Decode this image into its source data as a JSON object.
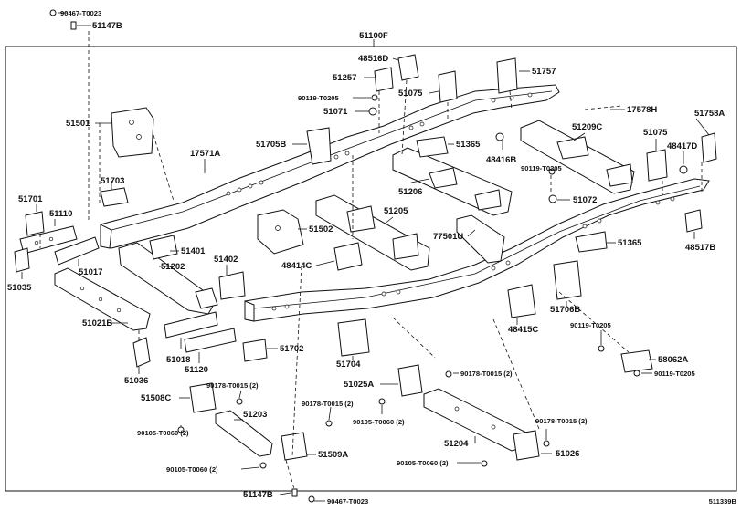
{
  "diagram": {
    "frame_label": "51100F",
    "diagram_id": "511339B",
    "parts": {
      "p90467_top": "90467-T0023",
      "p51147B_top": "51147B",
      "p48516D": "48516D",
      "p51257": "51257",
      "p90119_a": "90119-T0205",
      "p51071": "51071",
      "p51075_a": "51075",
      "p51757": "51757",
      "p17578H": "17578H",
      "p51758A": "51758A",
      "p51501": "51501",
      "p51705B": "51705B",
      "p51365_a": "51365",
      "p48416B": "48416B",
      "p51209C": "51209C",
      "p51075_b": "51075",
      "p48417D": "48417D",
      "p17571A": "17571A",
      "p90119_b": "90119-T0205",
      "p51703": "51703",
      "p51206": "51206",
      "p51072": "51072",
      "p51701": "51701",
      "p51110": "51110",
      "p51205": "51205",
      "p51502": "51502",
      "p77501U": "77501U",
      "p51365_b": "51365",
      "p48517B": "48517B",
      "p51401": "51401",
      "p51017": "51017",
      "p51202": "51202",
      "p51402": "51402",
      "p48414C": "48414C",
      "p51035": "51035",
      "p51706B": "51706B",
      "p48415C": "48415C",
      "p51021B": "51021B",
      "p90119_c": "90119-T0205",
      "p51018": "51018",
      "p51702": "51702",
      "p51704": "51704",
      "p58062A": "58062A",
      "p51120": "51120",
      "p90119_d": "90119-T0205",
      "p51036": "51036",
      "p90178_a": "90178-T0015 (2)",
      "p51025A": "51025A",
      "p90178_b": "90178-T0015 (2)",
      "p51508C": "51508C",
      "p90178_c": "90178-T0015 (2)",
      "p90105_a": "90105-T0060 (2)",
      "p51203": "51203",
      "p90105_b": "90105-T0060 (2)",
      "p90178_d": "90178-T0015 (2)",
      "p51204": "51204",
      "p51509A": "51509A",
      "p90105_c": "90105-T0060 (2)",
      "p51026": "51026",
      "p90105_d": "90105-T0060 (2)",
      "p51147B_bot": "51147B",
      "p90467_bot": "90467-T0023"
    }
  }
}
